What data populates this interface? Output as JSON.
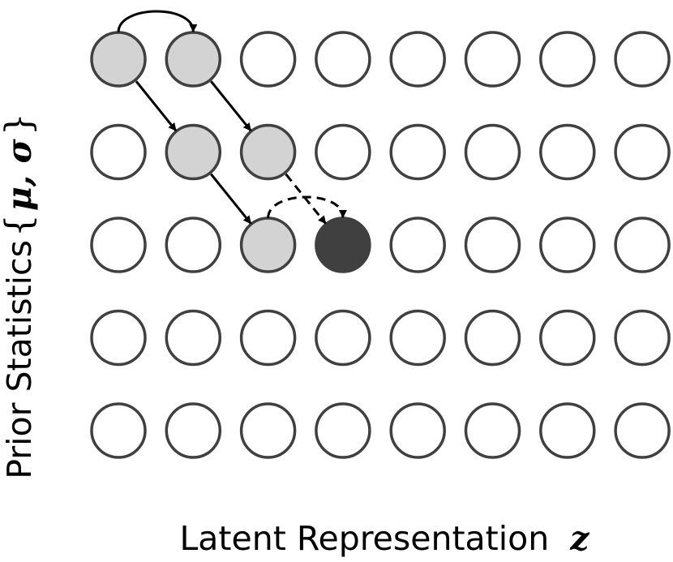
{
  "figure": {
    "x_axis_label": "Latent Representation",
    "x_axis_symbol": "z",
    "y_axis_label": "Prior Statistics",
    "y_axis_symbol_open": "{",
    "y_axis_symbol": "μ, σ",
    "y_axis_symbol_close": "}"
  },
  "grid": {
    "rows": 5,
    "cols": 8,
    "colors": {
      "empty": "#ffffff",
      "context": "#d3d3d3",
      "target": "#404040",
      "outline": "#404040",
      "edge": "#000000"
    },
    "context_nodes": [
      [
        0,
        0
      ],
      [
        0,
        1
      ],
      [
        1,
        1
      ],
      [
        1,
        2
      ],
      [
        2,
        2
      ]
    ],
    "target_node": [
      2,
      3
    ]
  },
  "edges": [
    {
      "from": [
        0,
        0
      ],
      "to": [
        0,
        1
      ],
      "style": "solid",
      "shape": "arc-over"
    },
    {
      "from": [
        0,
        0
      ],
      "to": [
        1,
        1
      ],
      "style": "solid",
      "shape": "straight"
    },
    {
      "from": [
        0,
        1
      ],
      "to": [
        1,
        2
      ],
      "style": "solid",
      "shape": "straight"
    },
    {
      "from": [
        1,
        1
      ],
      "to": [
        2,
        2
      ],
      "style": "solid",
      "shape": "straight"
    },
    {
      "from": [
        1,
        2
      ],
      "to": [
        2,
        3
      ],
      "style": "dashed",
      "shape": "straight"
    },
    {
      "from": [
        2,
        2
      ],
      "to": [
        2,
        3
      ],
      "style": "dashed",
      "shape": "arc-over"
    }
  ]
}
